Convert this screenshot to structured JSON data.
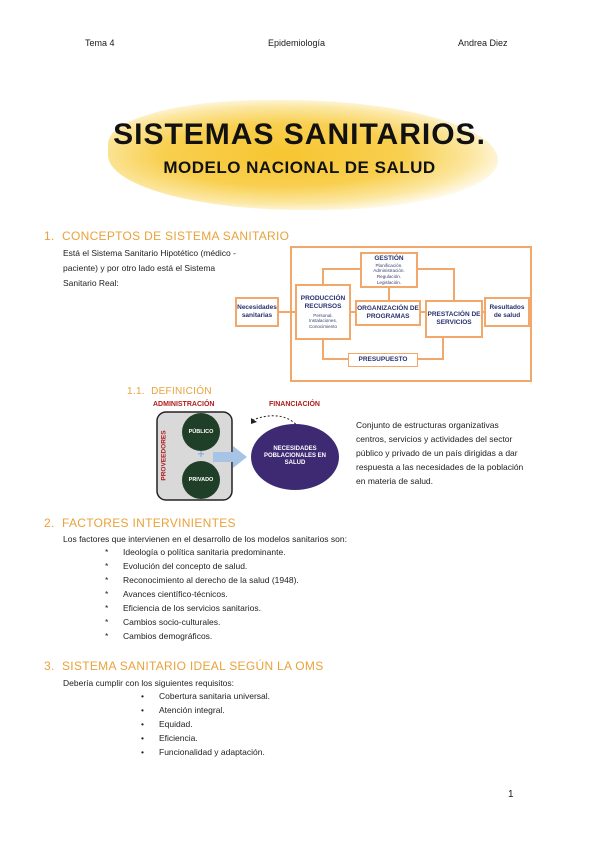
{
  "header": {
    "left": "Tema 4",
    "center": "Epidemiología",
    "right": "Andrea Diez"
  },
  "title": "SISTEMAS SANITARIOS.",
  "subtitle": "MODELO NACIONAL DE SALUD",
  "section1": {
    "num": "1.",
    "heading": "CONCEPTOS DE SISTEMA SANITARIO",
    "lines": [
      "Está el Sistema Sanitario Hipotético (médico -",
      "paciente) y por otro lado está el Sistema",
      "Sanitario Real:"
    ]
  },
  "diagram1": {
    "gestion_title": "GESTIÓN",
    "gestion_items": [
      "Planificación.",
      "Administración.",
      "Regulación.",
      "Legislación."
    ],
    "necesidades": "Necesidades sanitarias",
    "produccion_title": "PRODUCCIÓN RECURSOS",
    "produccion_items": [
      "Personal.",
      "Instalaciones.",
      "Conocimiento"
    ],
    "organizacion": "ORGANIZACIÓN DE PROGRAMAS",
    "prestacion": "PRESTACIÓN DE SERVICIOS",
    "resultados": "Resultados de salud",
    "presupuesto": "PRESUPUESTO"
  },
  "subsection": {
    "num": "1.1.",
    "heading": "DEFINICIÓN"
  },
  "diagram2": {
    "administracion": "ADMINISTRACIÓN",
    "financiacion": "FINANCIACIÓN",
    "proveedores": "PROVEEDORES",
    "publico": "PÚBLICO",
    "privado": "PRIVADO",
    "necesidades": "NECESIDADES POBLACIONALES EN SALUD",
    "plus": "+"
  },
  "definition_lines": [
    "Conjunto de estructuras organizativas",
    "centros, servicios y actividades del sector",
    "público y privado de un país dirigidas a dar",
    "respuesta a las necesidades de la población",
    "en materia de salud."
  ],
  "section2": {
    "num": "2.",
    "heading": "FACTORES INTERVINIENTES",
    "intro": "Los factores que intervienen en el desarrollo de los modelos sanitarios son:",
    "marker": "*",
    "items": [
      "Ideología o política sanitaria predominante.",
      "Evolución del concepto de salud.",
      "Reconocimiento al derecho de la salud (1948).",
      "Avances científico-técnicos.",
      "Eficiencia de los servicios sanitarios.",
      "Cambios socio-culturales.",
      "Cambios demográficos."
    ]
  },
  "section3": {
    "num": "3.",
    "heading": "SISTEMA SANITARIO IDEAL SEGÚN LA OMS",
    "intro": "Debería cumplir con los siguientes requisitos:",
    "marker": "•",
    "items": [
      "Cobertura sanitaria universal.",
      "Atención integral.",
      "Equidad.",
      "Eficiencia.",
      "Funcionalidad y adaptación."
    ]
  },
  "page_number": "1",
  "colors": {
    "accent": "#e9a23a",
    "box_border": "#f1a86a",
    "title_wash": "#f7c531",
    "circle_green": "#1f3f28",
    "circle_purple": "#3d2a73"
  }
}
